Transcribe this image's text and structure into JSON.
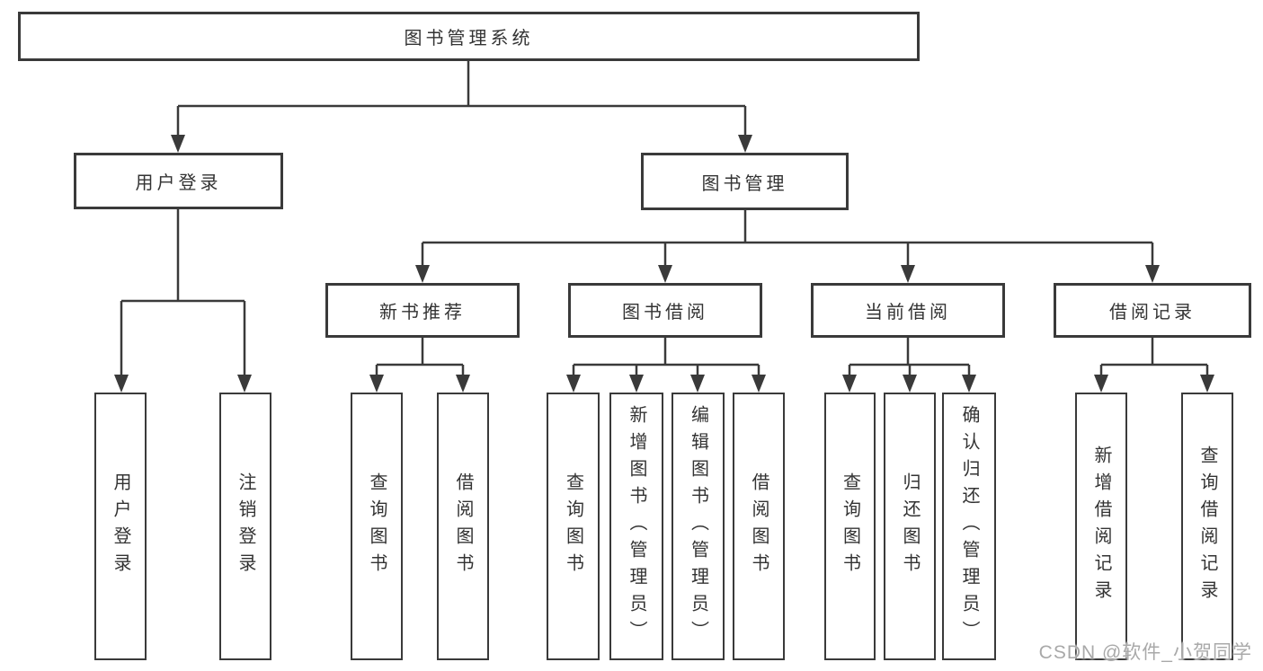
{
  "diagram": {
    "root": {
      "label": "图书管理系统"
    },
    "branches": [
      {
        "label": "用户登录",
        "children": [
          "用户登录",
          "注销登录"
        ]
      },
      {
        "label": "图书管理",
        "children": [
          {
            "label": "新书推荐",
            "children": [
              "查询图书",
              "借阅图书"
            ]
          },
          {
            "label": "图书借阅",
            "children": [
              "查询图书",
              "新增图书（管理员）",
              "编辑图书（管理员）",
              "借阅图书"
            ]
          },
          {
            "label": "当前借阅",
            "children": [
              "查询图书",
              "归还图书",
              "确认归还（管理员）"
            ]
          },
          {
            "label": "借阅记录",
            "children": [
              "新增借阅记录",
              "查询借阅记录"
            ]
          }
        ]
      }
    ]
  },
  "watermark": {
    "text": "CSDN @软件_小贺同学"
  },
  "colors": {
    "line": "#3a3a3a",
    "text": "#333333",
    "watermark": "#a9a9a9",
    "box_background": "#ffffff",
    "page_background": "#ffffff"
  }
}
